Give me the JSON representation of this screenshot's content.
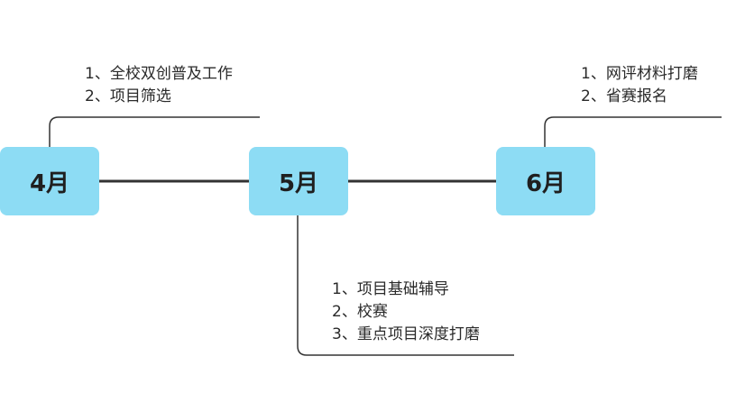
{
  "months": [
    {
      "label": "4月",
      "notes": [
        "1、全校双创普及工作",
        "2、项目筛选"
      ]
    },
    {
      "label": "5月",
      "notes": [
        "1、项目基础辅导",
        "2、校赛",
        "3、重点项目深度打磨"
      ]
    },
    {
      "label": "6月",
      "notes": [
        "1、网评材料打磨",
        "2、省赛报名"
      ]
    }
  ],
  "colors": {
    "box_fill": "#8ddcf4",
    "line": "#333333"
  }
}
